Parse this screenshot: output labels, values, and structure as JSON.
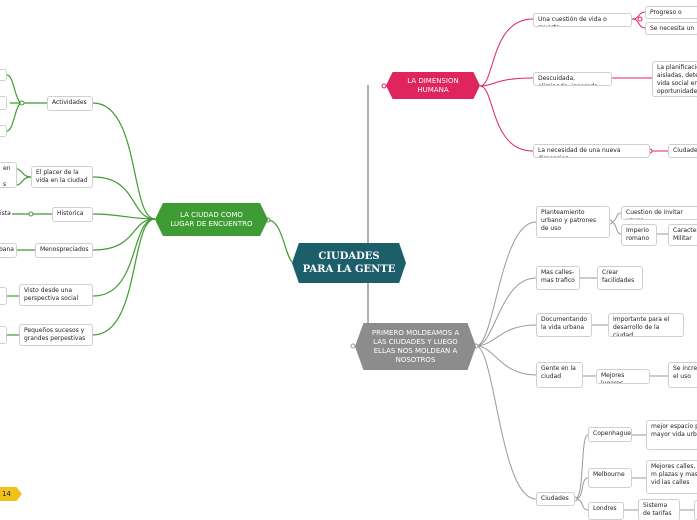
{
  "center": {
    "label": "CIUDADES PARA LA GENTE"
  },
  "branches": {
    "left": "LA CIUDAD COMO LUGAR DE ENCUENTRO",
    "pink": "LA DIMENSION HUMANA",
    "gray": "PRIMERO MOLDEAMOS A LAS CIUDADES Y LUEGO ELLAS NOS MOLDEAN A NOSOTROS"
  },
  "left_nodes": {
    "actividades": "Actividades",
    "placer": "El placer de la vida en la ciudad",
    "historica": "Historica",
    "menospreciados": "Menospreciados",
    "visto": "Visto desde una perspectiva social",
    "pequenos": "Pequeños sucesos y grandes perpestivas"
  },
  "left_fragments": {
    "placer_a": "en",
    "placer_b": "s",
    "historica": "ista",
    "menospreciados": "bana"
  },
  "pink_nodes": {
    "cuestion": "Una cuestión de vida o muerte",
    "progreso": "Progreso o pesas",
    "necesita": "Se necesita un es",
    "descuidada": "Descuidada, eliminada, ignorada",
    "planificacion": "La planificació aisladas, dete vida social en l oportunidades",
    "necesidad": "La necesidad de una nueva dimension",
    "ciudades": "Ciudades"
  },
  "gray_nodes": {
    "planteamiento": "Planteamiento urbano y patrones de uso",
    "cuestion_invitar": "Cuestion de invitar usuar",
    "imperio": "Imperio romano",
    "caracter": "Caracter Militar",
    "mas_calles": "Mas calles- mas trafico",
    "crear": "Crear facilidades",
    "documentando": "Documentando la vida urbana",
    "importante": "Importante para el desarrollo de la ciudad",
    "gente": "Gente en la ciudad",
    "mejores_lugares": "Mejores lugares",
    "se_incre": "Se incre el uso",
    "ciudades": "Ciudades",
    "copenhague": "Copenhague",
    "espacio": "mejor espacio p mayor vida urba",
    "melbourne": "Melbourne",
    "mejores_calles": "Mejores calles, m plazas y mas vid las calles",
    "londres": "Londres",
    "sistema": "Sistema de tarifas"
  },
  "page_badge": "14",
  "colors": {
    "center": "#1c5f6b",
    "left_branch": "#3f9b33",
    "pink_branch": "#e0245e",
    "gray_branch": "#8c8c8c",
    "gray_lines": "#9a9a9a",
    "badge": "#f2c21b"
  }
}
